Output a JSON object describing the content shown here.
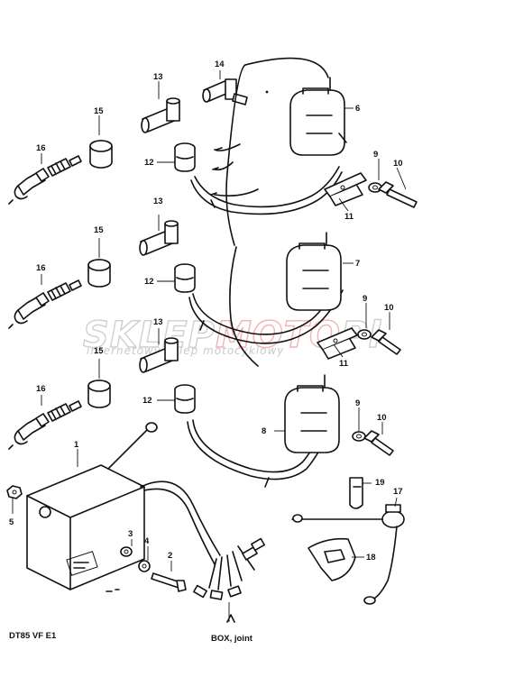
{
  "diagram": {
    "model_code": "DT85 VF E1",
    "box_label": "BOX, joint",
    "callouts": {
      "c1": "1",
      "c2": "2",
      "c3": "3",
      "c4": "4",
      "c5": "5",
      "c6": "6",
      "c7": "7",
      "c8": "8",
      "c9a": "9",
      "c9b": "9",
      "c9c": "9",
      "c10a": "10",
      "c10b": "10",
      "c10c": "10",
      "c11a": "11",
      "c11b": "11",
      "c12a": "12",
      "c12b": "12",
      "c12c": "12",
      "c13a": "13",
      "c13b": "13",
      "c13c": "13",
      "c14": "14",
      "c15a": "15",
      "c15b": "15",
      "c15c": "15",
      "c16a": "16",
      "c16b": "16",
      "c16c": "16",
      "c17": "17",
      "c18": "18",
      "c19": "19"
    }
  },
  "watermark": {
    "brand_part1": "SKLEP",
    "brand_part2": "MOTO",
    "brand_part3": "Pl",
    "tagline": "internetowy sklep motocyklowy",
    "color_gray": "#cfcfcf",
    "color_red": "#f2b3b3"
  }
}
